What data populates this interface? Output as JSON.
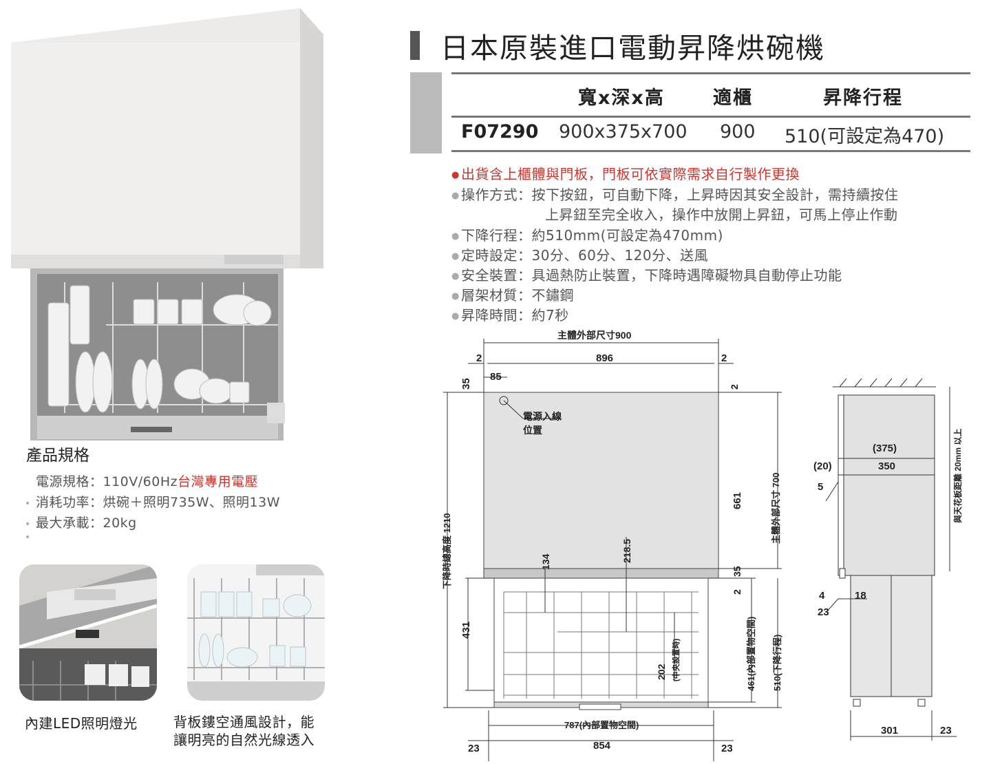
{
  "title": "日本原裝進口電動昇降烘碗機",
  "table": {
    "headers": [
      "寬x深x高",
      "適櫃",
      "昇降行程"
    ],
    "row": {
      "model": "F07290",
      "dims": "900x375x700",
      "cabinet": "900",
      "travel": "510(可設定為470)"
    }
  },
  "features": [
    {
      "text": "出貨含上櫃體與門板，門板可依實際需求自行製作更換",
      "highlight": true
    },
    {
      "text": "操作方式：按下按鈕，可自動下降，上昇時因其安全設計，需持續按住"
    },
    {
      "text": "上昇鈕至完全收入，操作中放開上昇鈕，可馬上停止作動",
      "continuation": true
    },
    {
      "text": "下降行程：約510mm(可設定為470mm)"
    },
    {
      "text": "定時設定：30分、60分、120分、送風"
    },
    {
      "text": "安全裝置：具過熱防止裝置，下降時遇障礙物具自動停止功能"
    },
    {
      "text": "層架材質：不鏽鋼"
    },
    {
      "text": "昇降時間：約7秒"
    }
  ],
  "specs": {
    "heading": "產品規格",
    "power_prefix": "電源規格：110V/60Hz",
    "power_highlight": "台灣專用電壓",
    "consumption": "消耗功率：烘碗＋照明735W、照明13W",
    "load": "最大承載：20kg"
  },
  "captions": {
    "led": "內建LED照明燈光",
    "vent_line1": "背板鏤空通風設計，能",
    "vent_line2": "讓明亮的自然光線透入"
  },
  "drawing": {
    "main_width": "主體外部尺寸900",
    "inner_width": "896",
    "gap_left": "2",
    "gap_right": "2",
    "top_offset": "35",
    "cord_offset": "85",
    "cord_label1": "電源入線",
    "cord_label2": "位置",
    "top_gap": "2",
    "body_height": "661",
    "body_total": "主體外部尺寸 700",
    "lower_35": "35",
    "lower_2": "2",
    "total_height": "下降時總高度 1210",
    "d134": "134",
    "d218": "218.5",
    "d431": "431",
    "d202": "202",
    "d202_label": "(中央設置時)",
    "d461": "461(內部置物空間)",
    "d510": "510(下降行程)",
    "d787": "787(內部置物空間)",
    "d854": "854",
    "bottom_23_left": "23",
    "bottom_23_right": "23",
    "side_375": "(375)",
    "side_350": "350",
    "side_20": "(20)",
    "side_5": "5",
    "side_ceiling": "與天花板距離 20mm 以上",
    "side_4": "4",
    "side_18": "18",
    "side_23a": "23",
    "side_301": "301",
    "side_23b": "23"
  }
}
